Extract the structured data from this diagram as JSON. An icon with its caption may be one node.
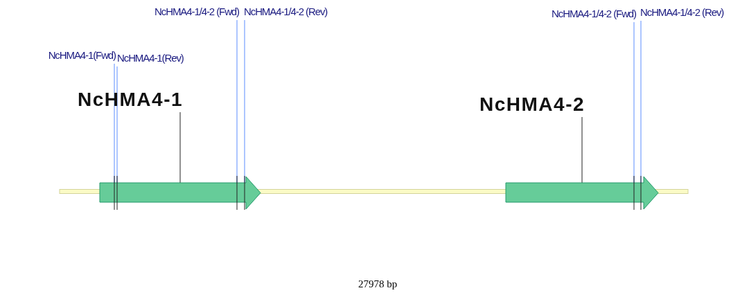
{
  "diagram": {
    "nodes": [
      {
        "text": [
          "NcHMA4-1/4-2 (Fwd)"
        ]
      },
      {
        "text": [
          "NcHMA4-1/4-2 (Rev)"
        ]
      },
      {
        "text": [
          "NcHMA4-1/4-2 (Fwd)"
        ]
      },
      {
        "text": [
          "NcHMA4-1/4-2 (Rev)"
        ]
      },
      {
        "text": [
          "NcHMA4-1(Fwd)"
        ]
      },
      {
        "text": [
          "NcHMA4-1(Rev)"
        ]
      },
      {
        "text": [
          "NcHMA4-1"
        ]
      },
      {
        "text": [
          "NcHMA4-2"
        ]
      },
      {
        "text": [],
        "shape": "arrow"
      },
      {
        "text": [],
        "shape": "arrow"
      }
    ],
    "edges": [
      {
        "from": 0,
        "to": 8,
        "arrow": "none"
      },
      {
        "from": 1,
        "to": 8,
        "arrow": "none"
      },
      {
        "from": 2,
        "to": 9,
        "arrow": "none"
      },
      {
        "from": 3,
        "to": 9,
        "arrow": "none"
      },
      {
        "from": 4,
        "to": 8,
        "arrow": "none"
      },
      {
        "from": 5,
        "to": 8,
        "arrow": "none"
      },
      {
        "from": 6,
        "to": 8,
        "arrow": "none",
        "color": "#222222"
      },
      {
        "from": 7,
        "to": 9,
        "arrow": "none",
        "color": "#222222"
      }
    ],
    "labels": [
      "27978 bp"
    ]
  }
}
